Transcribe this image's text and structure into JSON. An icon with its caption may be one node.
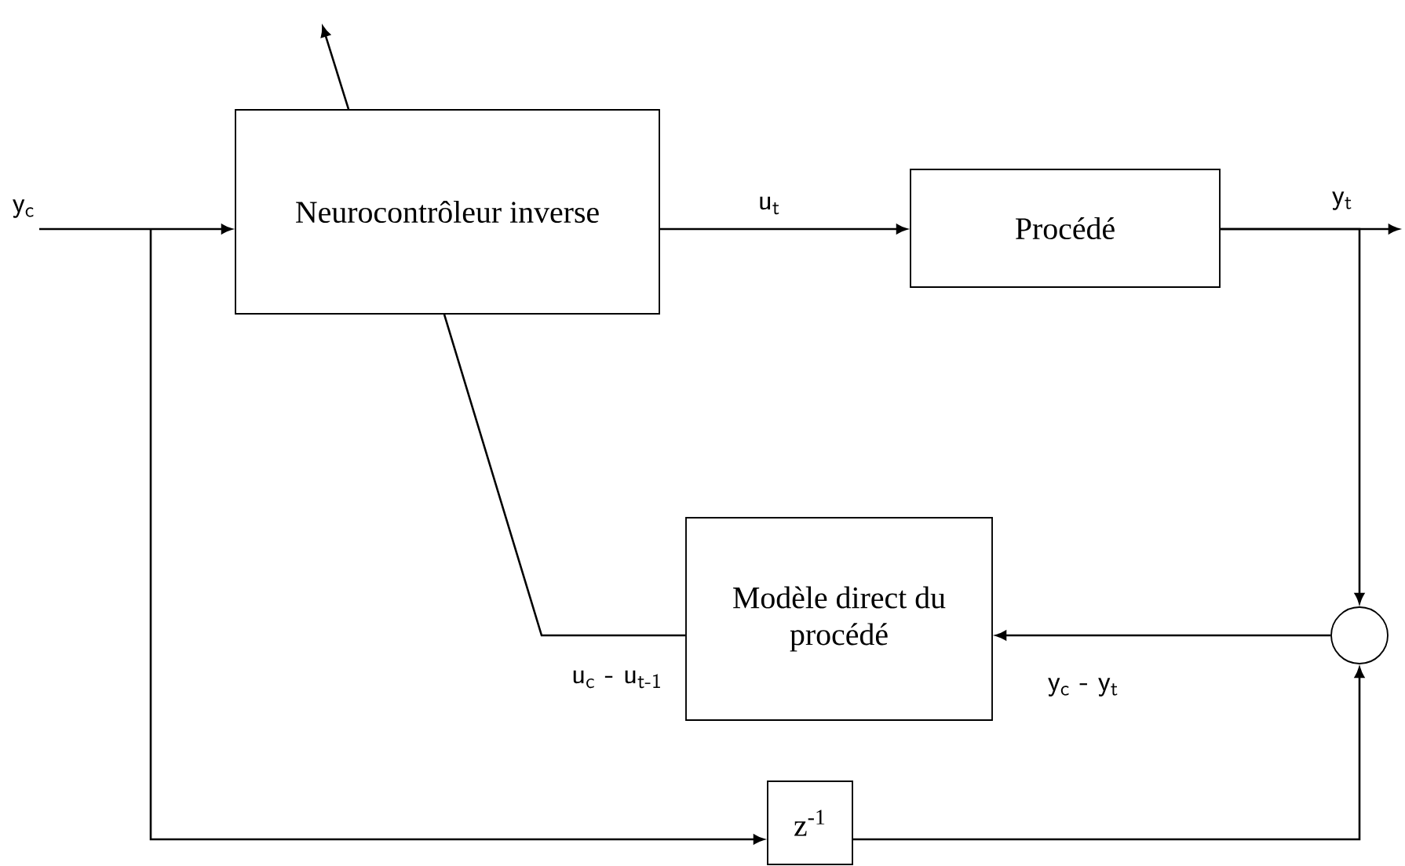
{
  "diagram": {
    "nodes": [
      {
        "text": [
          "Neurocontrôleur inverse"
        ]
      },
      {
        "text": [
          "Procédé"
        ]
      },
      {
        "text": [
          "Modèle direct du procédé"
        ]
      },
      {
        "text": [],
        "shape": "circle"
      },
      {
        "text": [
          "z$^{-1}$"
        ]
      }
    ],
    "edges": [
      {
        "from": null,
        "to": 0,
        "arrow": "to",
        "label": "y$_{c}$"
      },
      {
        "from": 0,
        "to": 1,
        "arrow": "to",
        "label": "u$_{t}$"
      },
      {
        "from": 1,
        "to": null,
        "arrow": "to",
        "label": "y$_{t}$"
      },
      {
        "from": 1,
        "to": 3,
        "arrow": "to"
      },
      {
        "from": 3,
        "to": 2,
        "arrow": "to",
        "label": "y$_{c}$ - y$_{t}$"
      },
      {
        "from": 2,
        "to": 0,
        "arrow": "none",
        "label": "u$_{c}$ - u$_{t-1}$"
      },
      {
        "from": null,
        "to": 4,
        "arrow": "to"
      },
      {
        "from": 4,
        "to": 3,
        "arrow": "to"
      },
      {
        "from": 0,
        "to": null,
        "arrow": "to"
      }
    ]
  }
}
